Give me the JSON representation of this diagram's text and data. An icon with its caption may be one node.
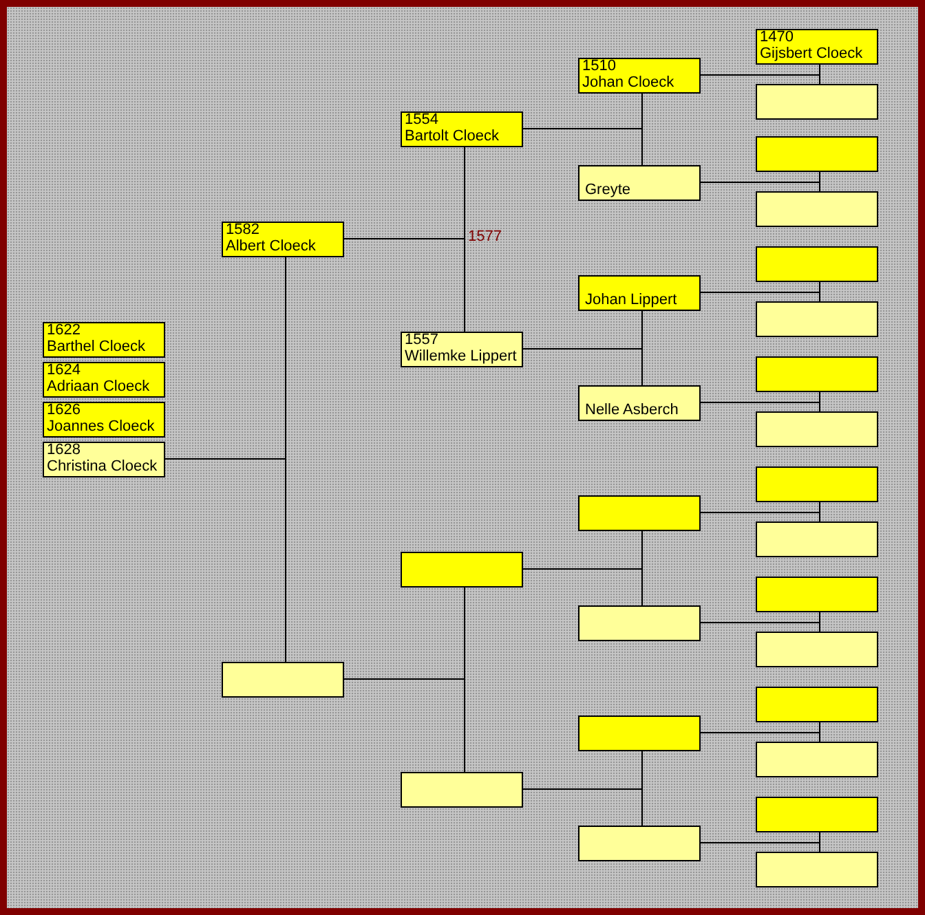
{
  "diagram": {
    "nodes": [
      {
        "text": [
          "1622",
          "Barthel Cloeck"
        ]
      },
      {
        "text": [
          "1624",
          "Adriaan Cloeck"
        ]
      },
      {
        "text": [
          "1626",
          "Joannes Cloeck"
        ]
      },
      {
        "text": [
          "1628",
          "Christina Cloeck"
        ]
      },
      {
        "text": [
          "1582",
          "Albert Cloeck"
        ]
      },
      {
        "text": [],
        "shape": "box"
      },
      {
        "text": [
          "1554",
          "Bartolt Cloeck"
        ]
      },
      {
        "text": [
          "1557",
          "Willemke Lippert"
        ]
      },
      {
        "text": [],
        "shape": "box"
      },
      {
        "text": [],
        "shape": "box"
      },
      {
        "text": [
          "1510",
          "Johan Cloeck"
        ]
      },
      {
        "text": [
          "Greyte"
        ]
      },
      {
        "text": [
          "Johan Lippert"
        ]
      },
      {
        "text": [
          "Nelle Asberch"
        ]
      },
      {
        "text": [],
        "shape": "box"
      },
      {
        "text": [],
        "shape": "box"
      },
      {
        "text": [],
        "shape": "box"
      },
      {
        "text": [],
        "shape": "box"
      },
      {
        "text": [
          "1470",
          "Gijsbert Cloeck"
        ]
      },
      {
        "text": [],
        "shape": "box"
      },
      {
        "text": [],
        "shape": "box"
      },
      {
        "text": [],
        "shape": "box"
      },
      {
        "text": [],
        "shape": "box"
      },
      {
        "text": [],
        "shape": "box"
      },
      {
        "text": [],
        "shape": "box"
      },
      {
        "text": [],
        "shape": "box"
      },
      {
        "text": [],
        "shape": "box"
      },
      {
        "text": [],
        "shape": "box"
      },
      {
        "text": [],
        "shape": "box"
      },
      {
        "text": [],
        "shape": "box"
      },
      {
        "text": [],
        "shape": "box"
      },
      {
        "text": [],
        "shape": "box"
      },
      {
        "text": [],
        "shape": "box"
      },
      {
        "text": [],
        "shape": "box"
      }
    ],
    "edges": [
      {
        "from": 3,
        "to": 4,
        "arrow": "none"
      },
      {
        "from": 3,
        "to": 5,
        "arrow": "none"
      },
      {
        "from": 4,
        "to": 6,
        "arrow": "none"
      },
      {
        "from": 4,
        "to": 7,
        "arrow": "none"
      },
      {
        "from": 5,
        "to": 8,
        "arrow": "none"
      },
      {
        "from": 5,
        "to": 9,
        "arrow": "none"
      },
      {
        "from": 6,
        "to": 10,
        "arrow": "none"
      },
      {
        "from": 6,
        "to": 11,
        "arrow": "none"
      },
      {
        "from": 7,
        "to": 12,
        "arrow": "none"
      },
      {
        "from": 7,
        "to": 13,
        "arrow": "none"
      },
      {
        "from": 8,
        "to": 14,
        "arrow": "none"
      },
      {
        "from": 8,
        "to": 15,
        "arrow": "none"
      },
      {
        "from": 9,
        "to": 16,
        "arrow": "none"
      },
      {
        "from": 9,
        "to": 17,
        "arrow": "none"
      },
      {
        "from": 10,
        "to": 18,
        "arrow": "none"
      },
      {
        "from": 10,
        "to": 19,
        "arrow": "none"
      },
      {
        "from": 11,
        "to": 20,
        "arrow": "none"
      },
      {
        "from": 11,
        "to": 21,
        "arrow": "none"
      },
      {
        "from": 12,
        "to": 22,
        "arrow": "none"
      },
      {
        "from": 12,
        "to": 23,
        "arrow": "none"
      },
      {
        "from": 13,
        "to": 24,
        "arrow": "none"
      },
      {
        "from": 13,
        "to": 25,
        "arrow": "none"
      },
      {
        "from": 14,
        "to": 26,
        "arrow": "none"
      },
      {
        "from": 14,
        "to": 27,
        "arrow": "none"
      },
      {
        "from": 15,
        "to": 28,
        "arrow": "none"
      },
      {
        "from": 15,
        "to": 29,
        "arrow": "none"
      },
      {
        "from": 16,
        "to": 30,
        "arrow": "none"
      },
      {
        "from": 16,
        "to": 31,
        "arrow": "none"
      },
      {
        "from": 17,
        "to": 32,
        "arrow": "none"
      },
      {
        "from": 17,
        "to": 33,
        "arrow": "none"
      }
    ],
    "labels": [
      "1577"
    ]
  }
}
